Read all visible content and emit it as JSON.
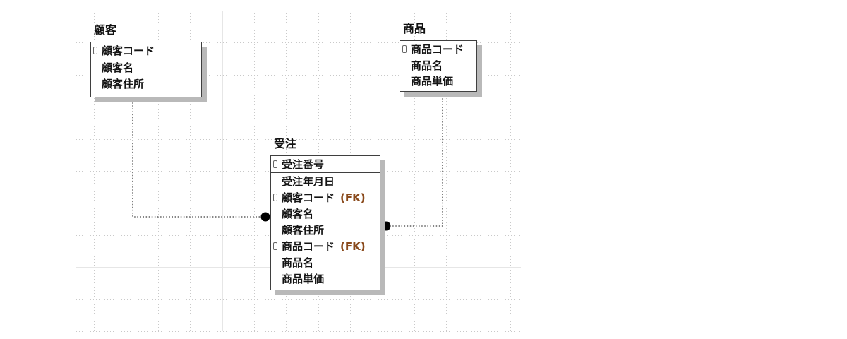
{
  "diagram": {
    "entities": [
      {
        "id": "customer",
        "title": "顧客",
        "pk_fields": [
          {
            "label": "顧客コード",
            "key": true,
            "fk": ""
          }
        ],
        "fields": [
          {
            "label": "顧客名",
            "key": false,
            "fk": ""
          },
          {
            "label": "顧客住所",
            "key": false,
            "fk": ""
          }
        ]
      },
      {
        "id": "product",
        "title": "商品",
        "pk_fields": [
          {
            "label": "商品コード",
            "key": true,
            "fk": ""
          }
        ],
        "fields": [
          {
            "label": "商品名",
            "key": false,
            "fk": ""
          },
          {
            "label": "商品単価",
            "key": false,
            "fk": ""
          }
        ]
      },
      {
        "id": "order",
        "title": "受注",
        "pk_fields": [
          {
            "label": "受注番号",
            "key": true,
            "fk": ""
          }
        ],
        "fields": [
          {
            "label": "受注年月日",
            "key": false,
            "fk": ""
          },
          {
            "label": "顧客コード",
            "key": true,
            "fk": "(FK)"
          },
          {
            "label": "顧客名",
            "key": false,
            "fk": ""
          },
          {
            "label": "顧客住所",
            "key": false,
            "fk": ""
          },
          {
            "label": "商品コード",
            "key": true,
            "fk": "(FK)"
          },
          {
            "label": "商品名",
            "key": false,
            "fk": ""
          },
          {
            "label": "商品単価",
            "key": false,
            "fk": ""
          }
        ]
      }
    ],
    "relationships": [
      {
        "from": "customer",
        "to": "order",
        "end_symbol": "filled-dot",
        "line_style": "dotted"
      },
      {
        "from": "product",
        "to": "order",
        "end_symbol": "filled-dot",
        "line_style": "dotted"
      }
    ],
    "colors": {
      "fk_label": "#8a4a1c",
      "entity_border": "#3f3f3f",
      "entity_shadow": "#b9b9b9",
      "connector": "#3c3c3c",
      "grid_minor": "#c9c9c9",
      "grid_major": "#e6e6e6"
    }
  }
}
